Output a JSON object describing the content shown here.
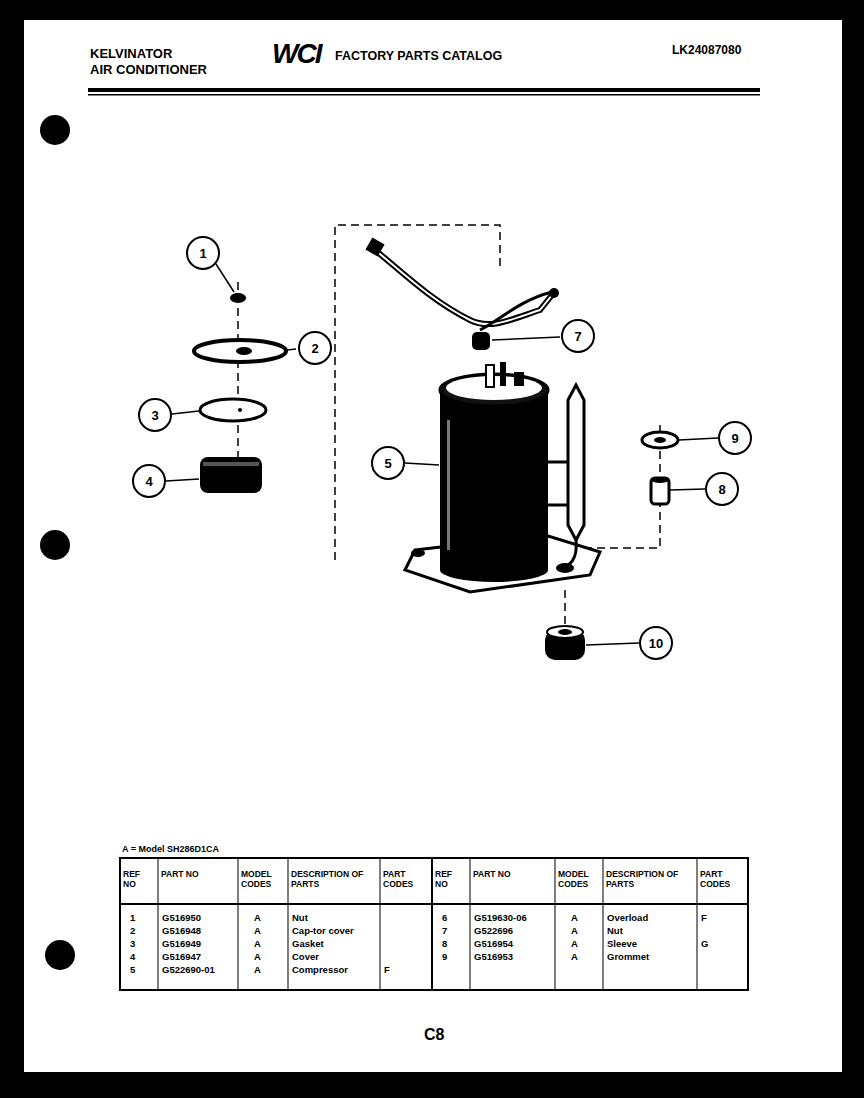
{
  "diagram": {
    "nodes": [
      {
        "text": [
          "1"
        ]
      },
      {
        "text": [
          "2"
        ]
      },
      {
        "text": [
          "3"
        ]
      },
      {
        "text": [
          "4"
        ]
      },
      {
        "text": [
          "5"
        ]
      },
      {
        "text": [
          "7"
        ]
      },
      {
        "text": [
          "9"
        ]
      },
      {
        "text": [
          "8"
        ]
      },
      {
        "text": [
          "10"
        ]
      }
    ],
    "labels": [
      "KELVINATOR",
      "AIR CONDITIONER",
      "WCI",
      "FACTORY PARTS CATALOG",
      "LK24087080",
      "A = Model SH286D1CA",
      "REF NO",
      "PART NO",
      "MODEL CODES",
      "DESCRIPTION OF PARTS",
      "PART CODES",
      "REF NO",
      "PART NO",
      "MODEL CODES",
      "DESCRIPTION OF PARTS",
      "PART CODES",
      "1",
      "G516950",
      "A",
      "Nut",
      "2",
      "G516948",
      "A",
      "Cap-tor cover",
      "3",
      "G516949",
      "A",
      "Gasket",
      "4",
      "G516947",
      "A",
      "Cover",
      "5",
      "G522690-01",
      "A",
      "Compressor",
      "F",
      "6",
      "G519630-06",
      "A",
      "Overload",
      "F",
      "7",
      "G522696",
      "A",
      "Nut",
      "8",
      "G516954",
      "A",
      "Sleeve",
      "G",
      "9",
      "G516953",
      "A",
      "Grommet",
      "C8"
    ]
  }
}
